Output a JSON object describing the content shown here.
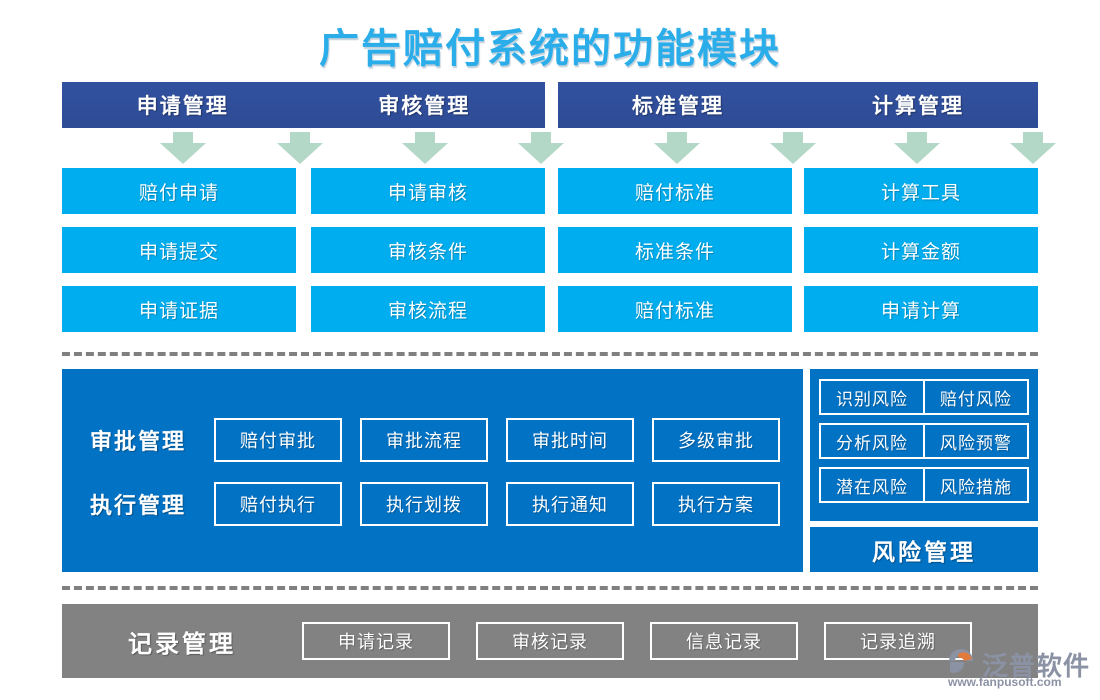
{
  "title": "广告赔付系统的功能模块",
  "colors": {
    "title": "#2badea",
    "header_bar": "#2e4f9e",
    "module_cell": "#00adee",
    "panel": "#0272c4",
    "record_bar": "#828282",
    "arrow": "#b3d8c7",
    "dashed": "#808080",
    "logo": "#8b92a4",
    "logo_accent": "#e07b3c"
  },
  "top_section": {
    "header_groups": [
      {
        "columns": [
          "申请管理",
          "审核管理"
        ]
      },
      {
        "columns": [
          "标准管理",
          "计算管理"
        ]
      }
    ],
    "columns": [
      {
        "header": "申请管理",
        "cells": [
          "赔付申请",
          "申请提交",
          "申请证据"
        ]
      },
      {
        "header": "审核管理",
        "cells": [
          "申请审核",
          "审核条件",
          "审核流程"
        ]
      },
      {
        "header": "标准管理",
        "cells": [
          "赔付标准",
          "标准条件",
          "赔付标准"
        ]
      },
      {
        "header": "计算管理",
        "cells": [
          "计算工具",
          "计算金额",
          "申请计算"
        ]
      }
    ]
  },
  "middle_section": {
    "rows": [
      {
        "label": "审批管理",
        "boxes": [
          "赔付审批",
          "审批流程",
          "审批时间",
          "多级审批"
        ]
      },
      {
        "label": "执行管理",
        "boxes": [
          "赔付执行",
          "执行划拨",
          "执行通知",
          "执行方案"
        ]
      }
    ]
  },
  "risk_section": {
    "rows": [
      [
        "识别风险",
        "赔付风险"
      ],
      [
        "分析风险",
        "风险预警"
      ],
      [
        "潜在风险",
        "风险措施"
      ]
    ],
    "footer_label": "风险管理"
  },
  "record_section": {
    "label": "记录管理",
    "boxes": [
      "申请记录",
      "审核记录",
      "信息记录",
      "记录追溯"
    ]
  },
  "logo": {
    "name": "泛普软件",
    "url": "www.fanpusoft.com"
  }
}
